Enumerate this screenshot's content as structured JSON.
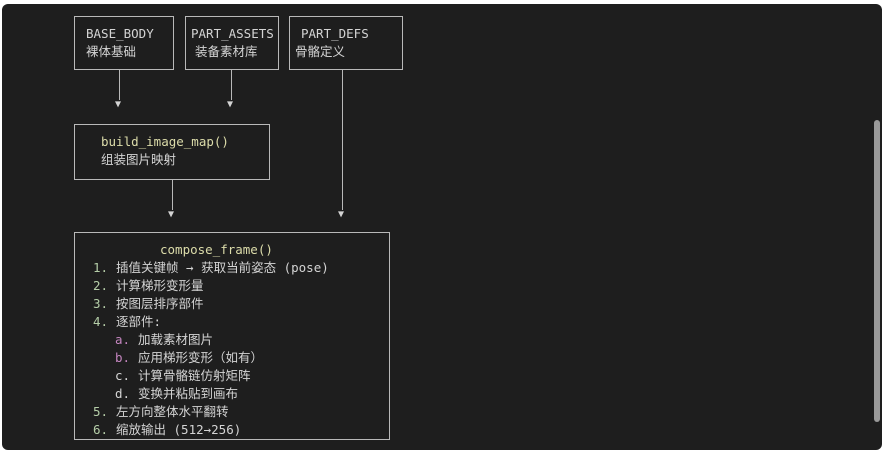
{
  "top_boxes": [
    {
      "name": "BASE_BODY",
      "desc": "裸体基础"
    },
    {
      "name": "PART_ASSETS",
      "desc": "装备素材库"
    },
    {
      "name": "PART_DEFS",
      "desc": "骨骼定义"
    }
  ],
  "middle_box": {
    "func": "build_image_map()",
    "desc": "组装图片映射"
  },
  "main_box": {
    "func": "compose_frame()",
    "steps": [
      {
        "num": "1.",
        "text": "插值关键帧 → 获取当前姿态 (pose)"
      },
      {
        "num": "2.",
        "text": "计算梯形变形量"
      },
      {
        "num": "3.",
        "text": "按图层排序部件"
      },
      {
        "num": "4.",
        "text": "逐部件:"
      },
      {
        "num": "a.",
        "text": "加载素材图片"
      },
      {
        "num": "b.",
        "text": "应用梯形变形（如有）"
      },
      {
        "num": "c.",
        "text": "计算骨骼链仿射矩阵"
      },
      {
        "num": "d.",
        "text": "变换并粘贴到画布"
      },
      {
        "num": "5.",
        "text": "左方向整体水平翻转"
      },
      {
        "num": "6.",
        "text": "缩放输出 (512→256)"
      }
    ]
  },
  "arrow_glyph": "▼"
}
